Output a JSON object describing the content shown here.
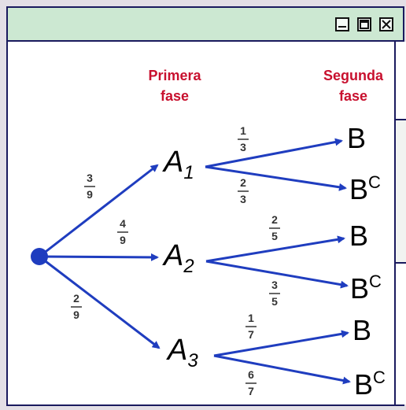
{
  "window": {
    "controls": [
      "minimize-icon",
      "maximize-icon",
      "close-icon"
    ]
  },
  "phases": {
    "first": [
      "Primera",
      "fase"
    ],
    "second": [
      "Segunda",
      "fase"
    ]
  },
  "tree": {
    "first_level": [
      {
        "node": "A",
        "sub": "1",
        "num": "3",
        "den": "9"
      },
      {
        "node": "A",
        "sub": "2",
        "num": "4",
        "den": "9"
      },
      {
        "node": "A",
        "sub": "3",
        "num": "2",
        "den": "9"
      }
    ],
    "second_level": [
      {
        "parent": 0,
        "outcome": "B",
        "num": "1",
        "den": "3"
      },
      {
        "parent": 0,
        "outcome": "B",
        "sup": "C",
        "num": "2",
        "den": "3"
      },
      {
        "parent": 1,
        "outcome": "B",
        "num": "2",
        "den": "5"
      },
      {
        "parent": 1,
        "outcome": "B",
        "sup": "C",
        "num": "3",
        "den": "5"
      },
      {
        "parent": 2,
        "outcome": "B",
        "num": "1",
        "den": "7"
      },
      {
        "parent": 2,
        "outcome": "B",
        "sup": "C",
        "num": "6",
        "den": "7"
      }
    ]
  },
  "colors": {
    "branch": "#1f3dbf",
    "phase_label": "#c8102e",
    "titlebar": "#cce8d2"
  }
}
